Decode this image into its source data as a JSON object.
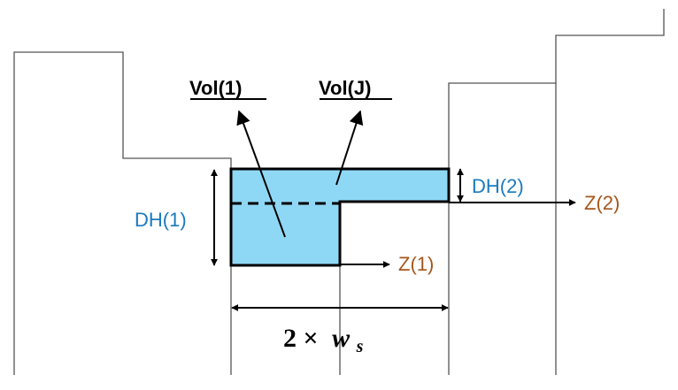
{
  "labels": {
    "vol1": "Vol(1)",
    "volj": "Vol(J)",
    "dh1": "DH(1)",
    "dh2": "DH(2)",
    "z1": "Z(1)",
    "z2": "Z(2)",
    "width_prefix": "2 ×",
    "width_var": "w",
    "width_sub": "s"
  },
  "colors": {
    "fill": "#8fd8f5",
    "outline": "#000000",
    "background_lines": "#555555",
    "dh_labels": "#1a7abf",
    "z_labels": "#a5561b",
    "vol_labels": "#000000"
  }
}
